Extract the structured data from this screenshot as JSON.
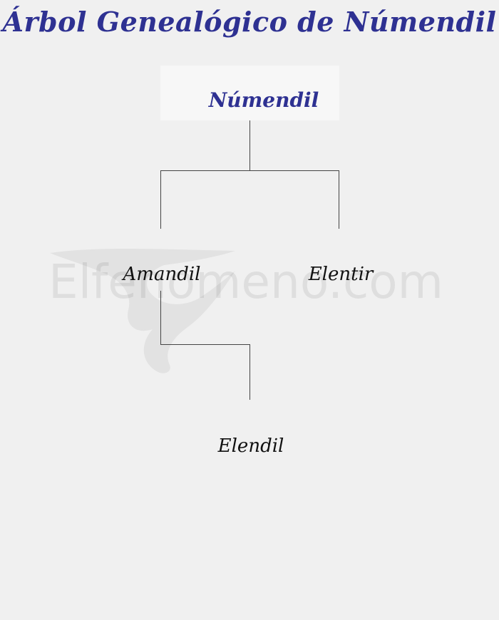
{
  "title": "Árbol Genealógico de Númendil",
  "root": {
    "name": "Númendil"
  },
  "children": [
    {
      "name": "Amandil"
    },
    {
      "name": "Elentir"
    }
  ],
  "grandchildren": [
    {
      "name": "Elendil"
    }
  ],
  "watermark": {
    "text": "Elfenomeno.com"
  },
  "colors": {
    "title": "#2e3192",
    "background": "#f0f0f0",
    "root_box": "#f7f7f7",
    "lines": "#444444",
    "names": "#111111"
  }
}
